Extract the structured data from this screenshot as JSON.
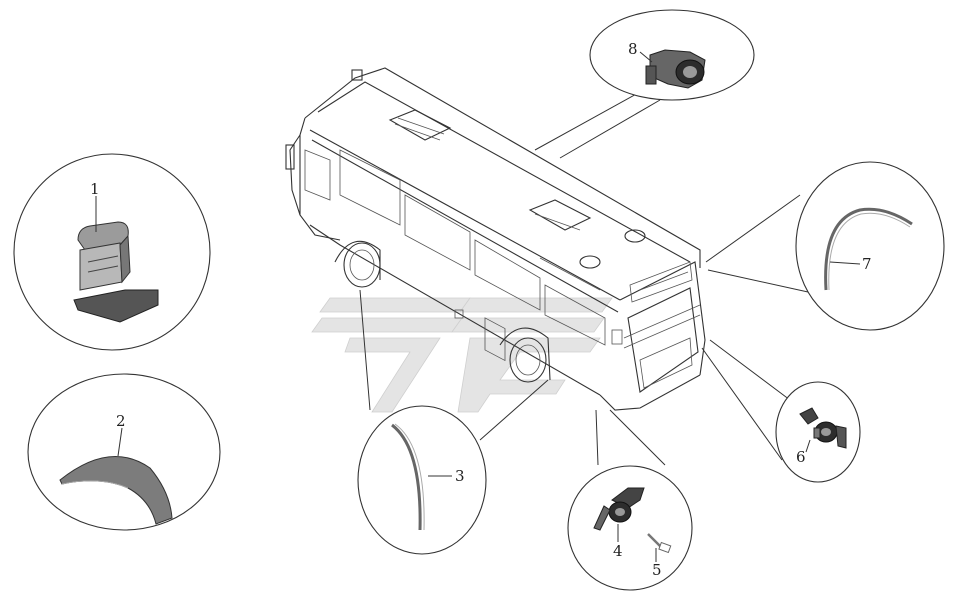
{
  "diagram": {
    "callouts": [
      {
        "id": "1",
        "label": "1"
      },
      {
        "id": "2",
        "label": "2"
      },
      {
        "id": "3",
        "label": "3"
      },
      {
        "id": "4",
        "label": "4"
      },
      {
        "id": "5",
        "label": "5"
      },
      {
        "id": "6",
        "label": "6"
      },
      {
        "id": "7",
        "label": "7"
      },
      {
        "id": "8",
        "label": "8"
      }
    ],
    "colors": {
      "line": "#333333",
      "part_dark": "#555555",
      "part_mid": "#8a8a8a",
      "part_light": "#c9c9c9",
      "watermark": "#e2e2e2"
    },
    "watermark_logo": "company-logo-watermark"
  }
}
